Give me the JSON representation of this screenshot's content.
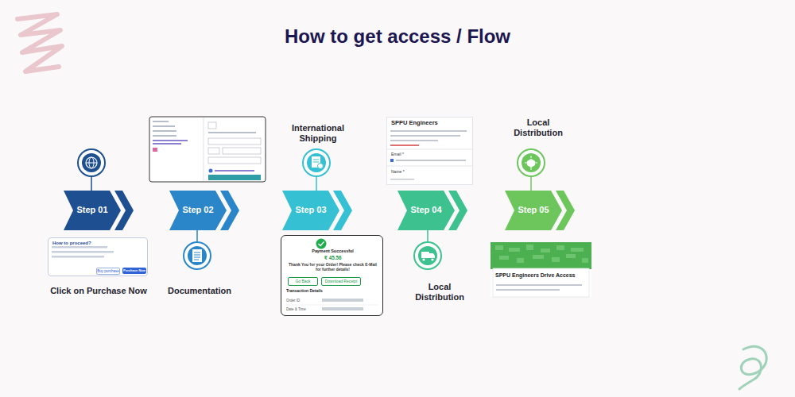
{
  "diagram": {
    "title": "How to get access / Flow",
    "nodes": [
      {
        "text": [
          "Step 01"
        ]
      },
      {
        "text": [
          "Step 02"
        ]
      },
      {
        "text": [
          "Step 03"
        ]
      },
      {
        "text": [
          "Step 04"
        ]
      },
      {
        "text": [
          "Step 05"
        ]
      },
      {
        "text": [
          "How to proceed?",
          "Buy purchase",
          "Purchase Now"
        ]
      },
      {
        "text": [
          "Payment Successful",
          "₹ 45.56",
          "Thank You for your Order! Please check E-Mail for further details!",
          "Go Back",
          "Download Receipt",
          "Transaction Details",
          "Order ID",
          "Date & Time"
        ]
      },
      {
        "text": [
          "SPPU Engineers",
          "Email *",
          "Name *"
        ]
      },
      {
        "text": [
          "SPPU Engineers Drive Access"
        ]
      }
    ],
    "labels": [
      "Click on Purchase Now",
      "Documentation",
      "International Shipping",
      "Local Distribution",
      "Local Distribution"
    ]
  }
}
